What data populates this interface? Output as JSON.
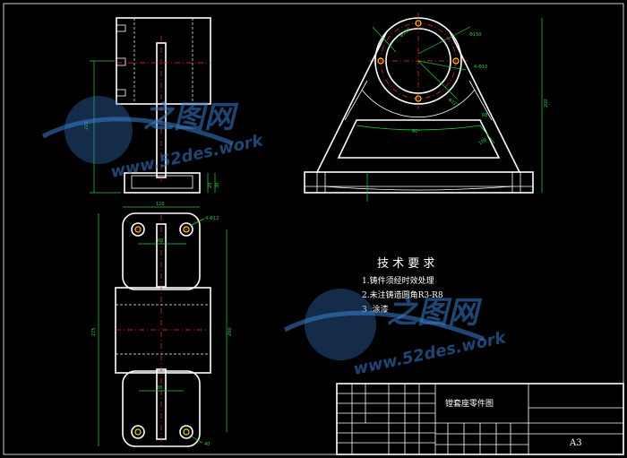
{
  "technical_requirements": {
    "title": "技 术 要 求",
    "items": [
      "1.铸件须经时效处理",
      "2.未注铸造圆角R3-R8",
      "3 .涂漆"
    ]
  },
  "title_block": {
    "drawing_name": "镗套座零件图",
    "sheet_size": "A3"
  },
  "watermark": {
    "logo_text": "之图网",
    "site_text": "www.52des.work"
  },
  "dimensions": {
    "side_view": [
      "220",
      "20",
      "30"
    ],
    "plan_view": [
      "120",
      "4-Φ12",
      "60",
      "275",
      "200",
      "30",
      "40"
    ],
    "front_view": [
      "Φ150",
      "Φ180",
      "4-Φ10",
      "Φ121",
      "R8",
      "60°",
      "200",
      "100"
    ]
  },
  "colors": {
    "outline": "#ffffff",
    "dimension": "#2ecc40",
    "centerline": "#ff2a2a",
    "highlight": "#ffd700",
    "watermark": "#3a7fd0"
  }
}
